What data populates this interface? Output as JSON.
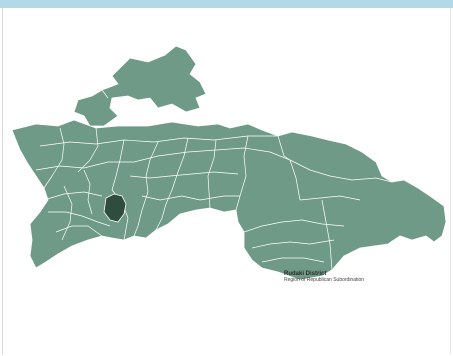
{
  "map": {
    "colors": {
      "land": "#6f9a88",
      "highlight": "#2f4d3f",
      "border": "#ffffff",
      "top_bar": "#b3d9e8"
    },
    "highlighted_region": "Rudaki District",
    "caption": {
      "title": "Rudaki District",
      "subtitle": "Region of Republican Subordination"
    }
  }
}
